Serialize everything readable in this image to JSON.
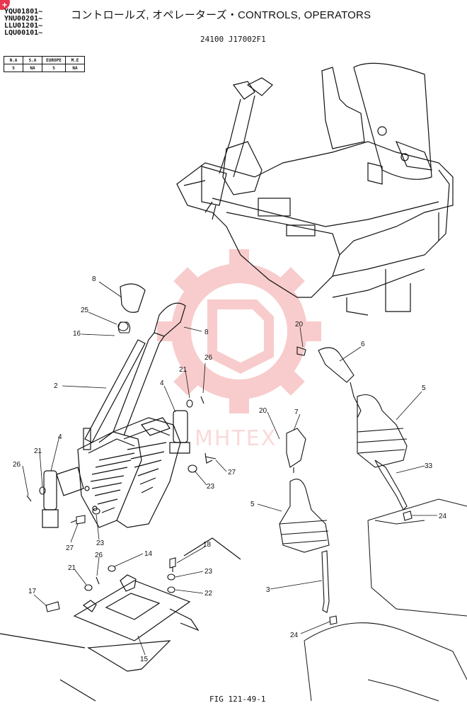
{
  "header": {
    "serial_numbers": [
      "YQU01801~",
      "YNU00201~",
      "LLU01201~",
      "LQU00101~"
    ],
    "title": "コントロールズ, オペレーターズ・CONTROLS, OPERATORS",
    "part_group_no": "24100 J17002F1",
    "corner_mark": "+"
  },
  "market_table": {
    "headers": [
      "N.A",
      "S.A",
      "EUROPE",
      "M.E"
    ],
    "values": [
      "S",
      "NA",
      "S",
      "NA"
    ]
  },
  "watermark": {
    "text": "MHTEX",
    "color": "#e84a4a"
  },
  "callouts": [
    {
      "id": "c8a",
      "label": "8"
    },
    {
      "id": "c25",
      "label": "25"
    },
    {
      "id": "c16",
      "label": "16"
    },
    {
      "id": "c8b",
      "label": "8"
    },
    {
      "id": "c26a",
      "label": "26"
    },
    {
      "id": "c21a",
      "label": "21"
    },
    {
      "id": "c4a",
      "label": "4"
    },
    {
      "id": "c2",
      "label": "2"
    },
    {
      "id": "c20a",
      "label": "20"
    },
    {
      "id": "c6",
      "label": "6"
    },
    {
      "id": "c5a",
      "label": "5"
    },
    {
      "id": "c20b",
      "label": "20"
    },
    {
      "id": "c7",
      "label": "7"
    },
    {
      "id": "c4b",
      "label": "4"
    },
    {
      "id": "c21b",
      "label": "21"
    },
    {
      "id": "c26b",
      "label": "26"
    },
    {
      "id": "c27a",
      "label": "27"
    },
    {
      "id": "c23a",
      "label": "23"
    },
    {
      "id": "c33",
      "label": "33"
    },
    {
      "id": "c5b",
      "label": "5"
    },
    {
      "id": "c24a",
      "label": "24"
    },
    {
      "id": "c27b",
      "label": "27"
    },
    {
      "id": "c23b",
      "label": "23"
    },
    {
      "id": "c14",
      "label": "14"
    },
    {
      "id": "c26c",
      "label": "26"
    },
    {
      "id": "c18",
      "label": "18"
    },
    {
      "id": "c21c",
      "label": "21"
    },
    {
      "id": "c23c",
      "label": "23"
    },
    {
      "id": "c22",
      "label": "22"
    },
    {
      "id": "c3",
      "label": "3"
    },
    {
      "id": "c17",
      "label": "17"
    },
    {
      "id": "c15",
      "label": "15"
    },
    {
      "id": "c24b",
      "label": "24"
    }
  ],
  "footer": {
    "figure_no": "FIG 121-49-1"
  }
}
